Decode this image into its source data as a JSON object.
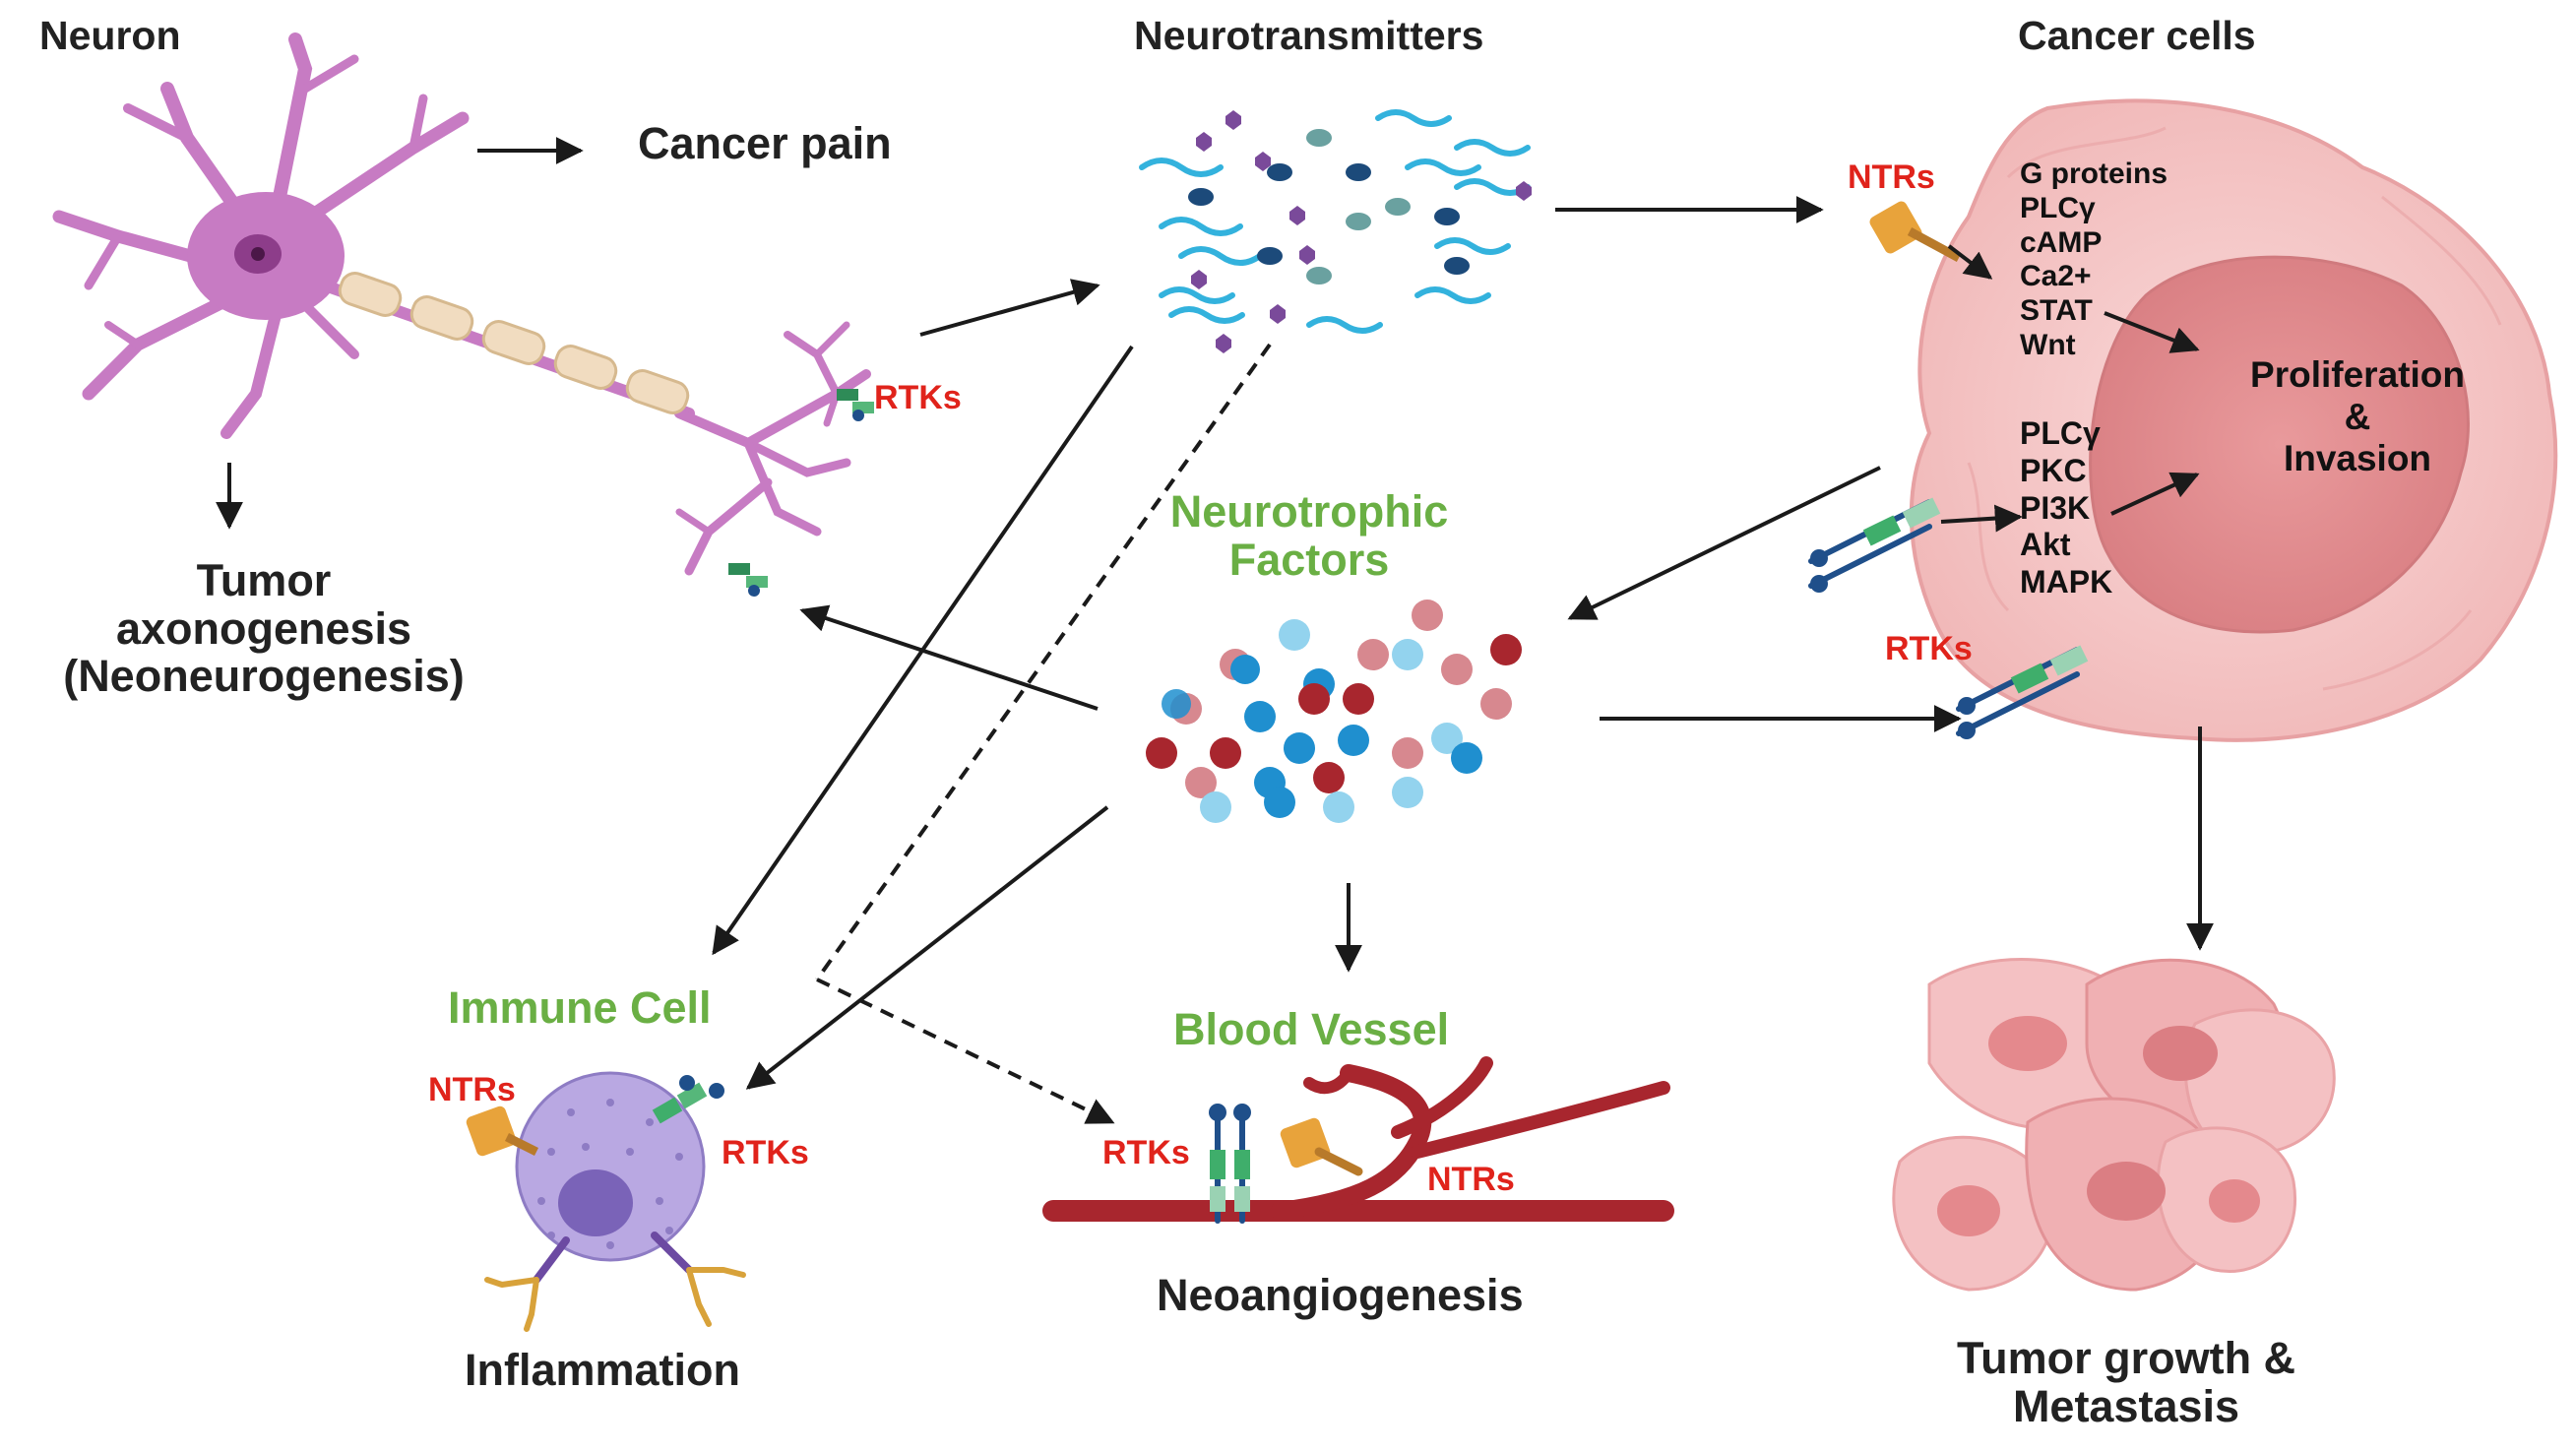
{
  "titles": {
    "neuron": "Neuron",
    "neurotransmitters": "Neurotransmitters",
    "cancer_cells": "Cancer cells"
  },
  "labels": {
    "cancer_pain": "Cancer pain",
    "tumor_axonogenesis": [
      "Tumor",
      "axonogenesis",
      "(Neoneurogenesis)"
    ],
    "neurotrophic_factors": [
      "Neurotrophic",
      "Factors"
    ],
    "proliferation": [
      "Proliferation",
      "&",
      "Invasion"
    ],
    "immune_cell": "Immune Cell",
    "blood_vessel": "Blood Vessel",
    "inflammation": "Inflammation",
    "neoangiogenesis": "Neoangiogenesis",
    "tumor_growth": [
      "Tumor growth &",
      "Metastasis"
    ]
  },
  "receptors": {
    "rtks_neuron": "RTKs",
    "ntrs_cancer": "NTRs",
    "rtks_cancer": "RTKs",
    "ntrs_immune": "NTRs",
    "rtks_immune": "RTKs",
    "rtks_vessel": "RTKs",
    "ntrs_vessel": "NTRs"
  },
  "ntr_pathway": [
    "G proteins",
    "PLCγ",
    "cAMP",
    "Ca2+",
    "STAT",
    "Wnt"
  ],
  "rtk_pathway": [
    "PLCγ",
    "PKC",
    "PI3K",
    "Akt",
    "MAPK"
  ],
  "colors": {
    "neuron": "#c77bc3",
    "label_green": "#6aaf44",
    "label_red": "#e0231b",
    "cancer_cell": "#f4c6c6",
    "vessel": "#a8262e",
    "immune_cell": "#b9a8e2"
  }
}
